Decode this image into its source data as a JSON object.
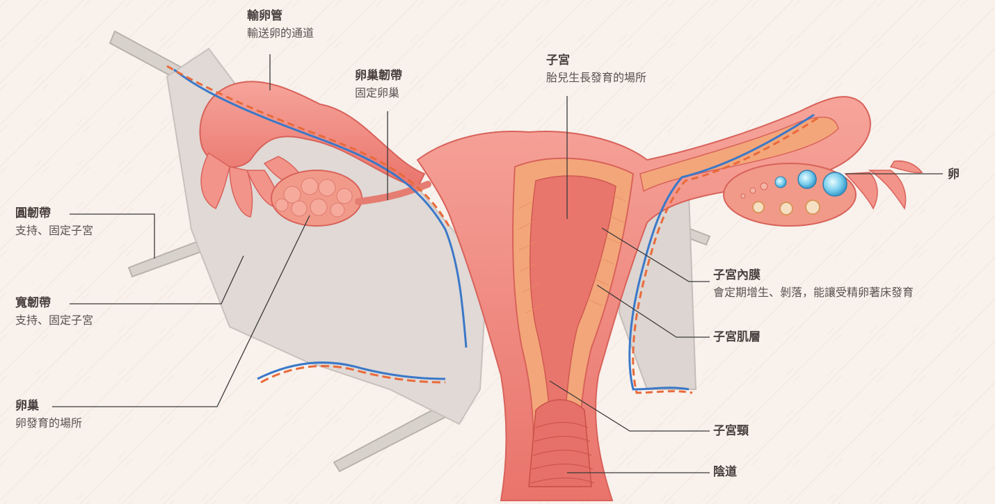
{
  "labels": {
    "fallopian_tube": {
      "title": "輸卵管",
      "desc": "輸送卵的通道"
    },
    "ovarian_ligament": {
      "title": "卵巢韌帶",
      "desc": "固定卵巢"
    },
    "uterus": {
      "title": "子宮",
      "desc": "胎兒生長發育的場所"
    },
    "egg": {
      "title": "卵"
    },
    "round_ligament": {
      "title": "圓韌帶",
      "desc": "支持、固定子宮"
    },
    "broad_ligament": {
      "title": "寬韌帶",
      "desc": "支持、固定子宮"
    },
    "ovary": {
      "title": "卵巢",
      "desc": "卵發育的場所"
    },
    "endometrium": {
      "title": "子宮內膜",
      "desc": "會定期增生、剝落，能讓受精卵著床發育"
    },
    "myometrium": {
      "title": "子宮肌層"
    },
    "cervix": {
      "title": "子宮頸"
    },
    "vagina": {
      "title": "陰道"
    }
  },
  "colors": {
    "background": "#f8f1ec",
    "tissue": "#f08a80",
    "tissue_dark": "#d95a55",
    "muscle": "#f2a070",
    "ligament": "#dcd6d3",
    "vein": "#3a78c8",
    "artery": "#e86a3a",
    "leader_line": "#3a3a3a"
  }
}
